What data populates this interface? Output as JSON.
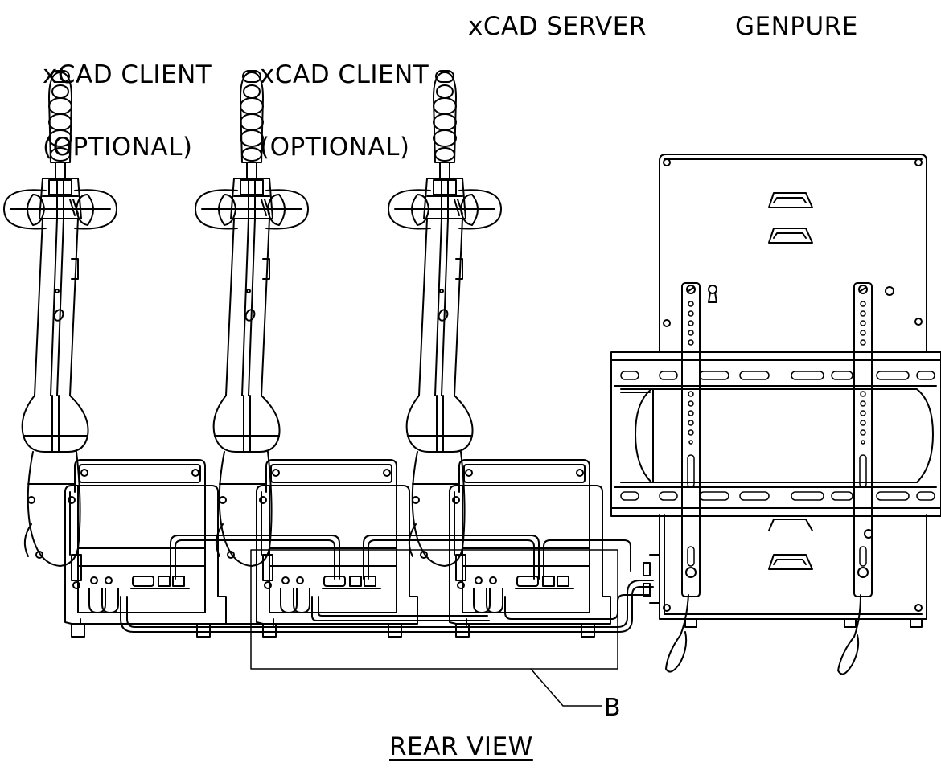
{
  "labels": {
    "client1_line1": "xCAD CLIENT",
    "client1_line2": "(OPTIONAL)",
    "client2_line1": "xCAD CLIENT",
    "client2_line2": "(OPTIONAL)",
    "server": "xCAD SERVER",
    "genpure": "GENPURE",
    "callout_b": "B",
    "view_title": "REAR VIEW"
  },
  "colors": {
    "line": "#000000",
    "background": "#ffffff"
  }
}
